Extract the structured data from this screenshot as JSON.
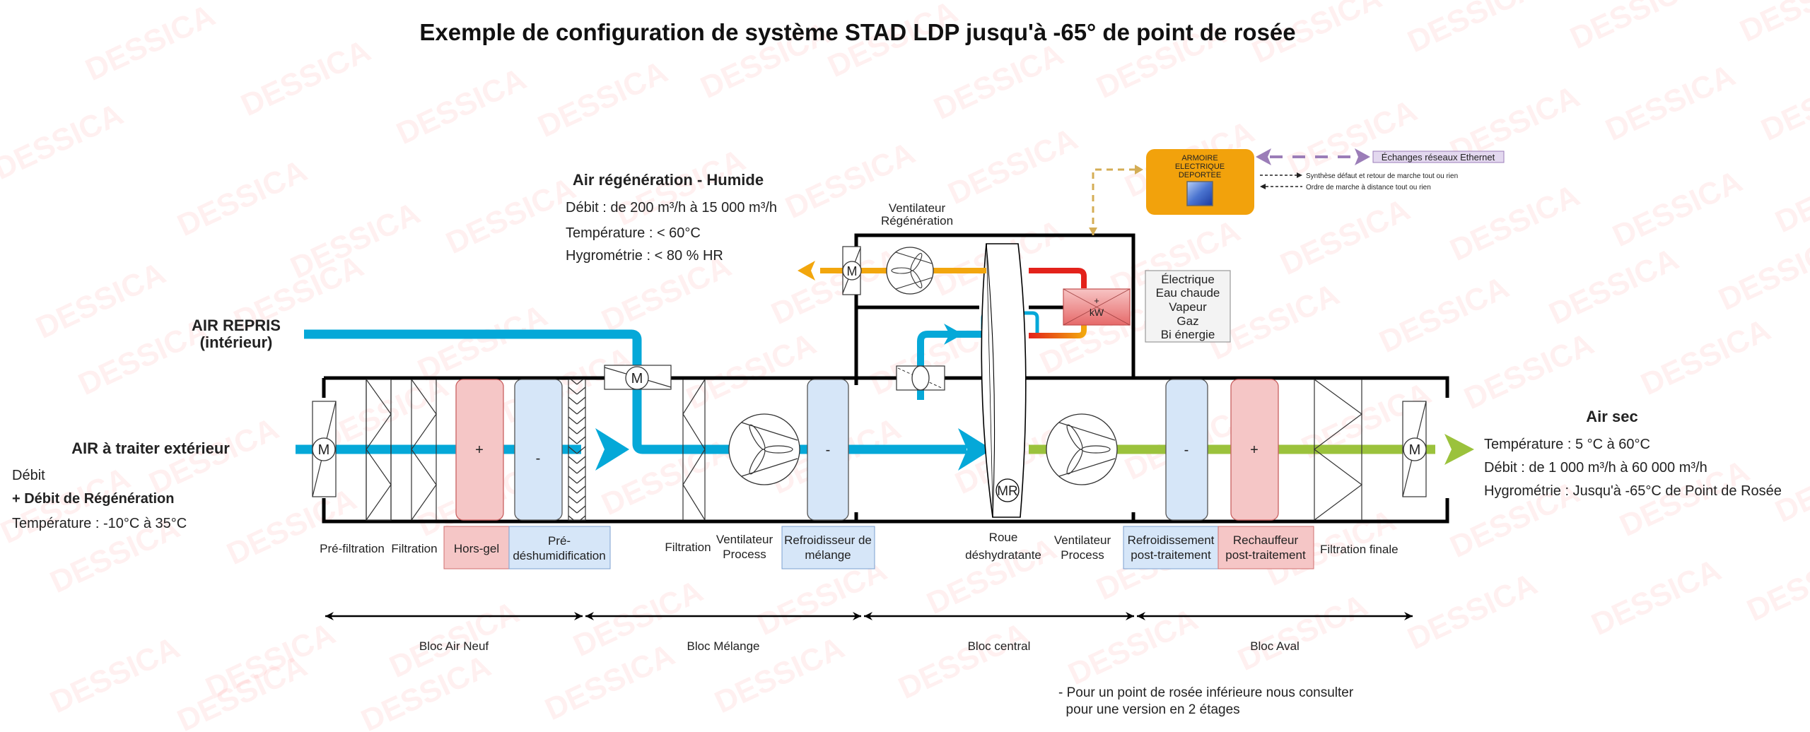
{
  "title": "Exemple de configuration de système STAD LDP jusqu'à -65° de point de rosée",
  "watermark": "DESSICA",
  "colors": {
    "process_air": "#05a8d8",
    "regen_air": "#f2a60d",
    "dry_air": "#9bc23c",
    "hot_air": "#e3221b",
    "heater_fill": "#f5c6c6",
    "cooler_fill": "#d6e6f8",
    "cabinet": "#f2a20c",
    "ethernet": "#9b7db8"
  },
  "inlet": {
    "header": "AIR à traiter extérieur",
    "lines": [
      "Débit",
      "+ Débit de Régénération",
      "Température : -10°C à 35°C"
    ]
  },
  "return_air": {
    "line1": "AIR REPRIS",
    "line2": "(intérieur)"
  },
  "regeneration": {
    "header": "Air régénération - Humide",
    "lines": [
      "Débit : de 200 m³/h à 15 000  m³/h",
      "Température : < 60°C",
      "Hygrométrie : < 80 % HR"
    ],
    "fan_label_1": "Ventilateur",
    "fan_label_2": "Régénération",
    "heater_symbol": "+",
    "heater_unit": "kW",
    "energy_options": [
      "Électrique",
      "Eau chaude",
      "Vapeur",
      "Gaz",
      "Bi énergie"
    ]
  },
  "cabinet": {
    "lines": [
      "ARMOIRE",
      "ELECTRIQUE",
      "DEPORTEE"
    ],
    "ethernet_label": "Échanges réseaux Ethernet",
    "signal_out": "Synthèse défaut et retour de marche tout ou rien",
    "signal_in": "Ordre de marche à distance tout ou rien"
  },
  "outlet": {
    "header": "Air sec",
    "lines": [
      "Température : 5 °C à 60°C",
      "Débit : de 1 000 m³/h à 60 000 m³/h",
      "Hygrométrie : Jusqu'à -65°C de Point de Rosée"
    ]
  },
  "components": {
    "motor": "M",
    "wheel_motor": "MR",
    "plus": "+",
    "minus": "-"
  },
  "labels": {
    "prefiltration": "Pré-filtration",
    "filtration1": "Filtration",
    "horsgel": "Hors-gel",
    "predeshum_1": "Pré-",
    "predeshum_2": "déshumidification",
    "filtration2": "Filtration",
    "fan_process_1": "Ventilateur",
    "fan_process_2": "Process",
    "mix_cooler_1": "Refroidisseur de",
    "mix_cooler_2": "mélange",
    "wheel_1": "Roue",
    "wheel_2": "déshydratante",
    "fan_process2_1": "Ventilateur",
    "fan_process2_2": "Process",
    "post_cool_1": "Refroidissement",
    "post_cool_2": "post-traitement",
    "post_heat_1": "Rechauffeur",
    "post_heat_2": "post-traitement",
    "final_filtration": "Filtration finale"
  },
  "blocks": [
    "Bloc Air Neuf",
    "Bloc Mélange",
    "Bloc central",
    "Bloc Aval"
  ],
  "note": {
    "line1": "- Pour un point de rosée inférieure nous consulter",
    "line2": "  pour une version en 2 étages"
  }
}
